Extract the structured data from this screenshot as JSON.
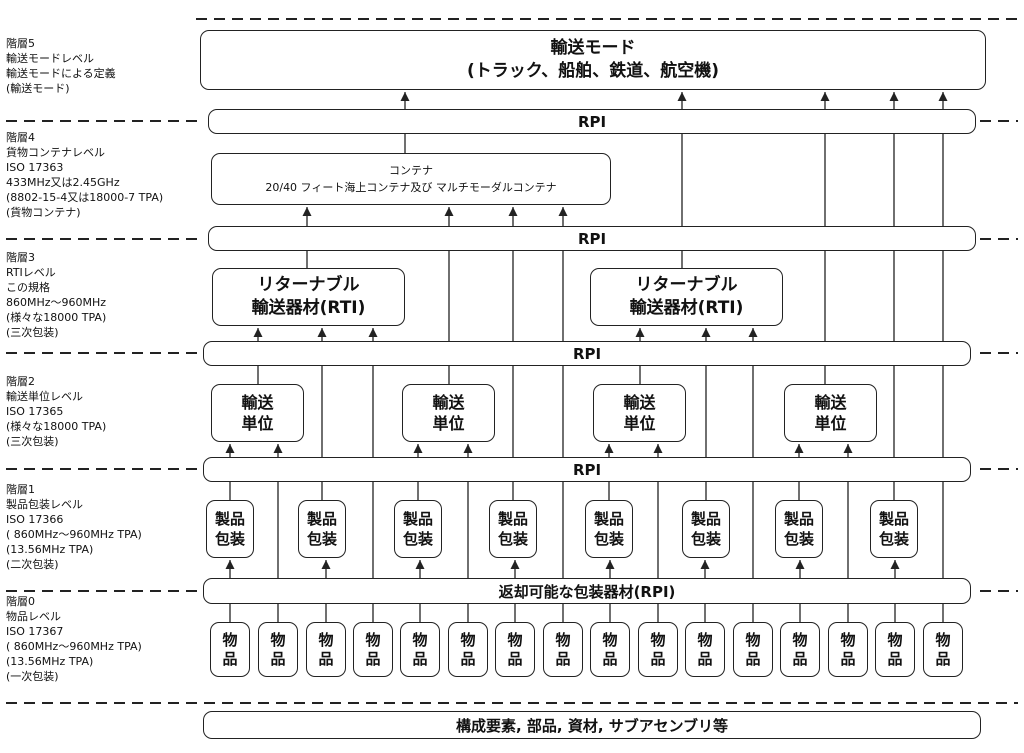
{
  "levels": [
    {
      "id": "5",
      "text": "階層5\n輸送モードレベル\n輸送モードによる定義\n(輸送モード)"
    },
    {
      "id": "4",
      "text": "階層4\n貨物コンテナレベル\nISO 17363\n433MHz又は2.45GHz\n(8802-15-4又は18000-7 TPA)\n(貨物コンテナ)"
    },
    {
      "id": "3",
      "text": "階層3\nRTIレベル\nこの規格\n860MHz〜960MHz\n(様々な18000 TPA)\n(三次包装)"
    },
    {
      "id": "2",
      "text": "階層2\n輸送単位レベル\nISO 17365\n(様々な18000 TPA)\n(三次包装)"
    },
    {
      "id": "1",
      "text": "階層1\n製品包装レベル\nISO 17366\n( 860MHz〜960MHz TPA)\n(13.56MHz TPA)\n(二次包装)"
    },
    {
      "id": "0",
      "text": "階層0\n物品レベル\nISO 17367\n( 860MHz〜960MHz TPA)\n(13.56MHz TPA)\n(一次包装)"
    }
  ],
  "transport_mode": {
    "text": "輸送モード\n(トラック、船舶、鉄道、航空機)"
  },
  "container": {
    "text": "コンテナ\n20/40 フィート海上コンテナ及び マルチモーダルコンテナ"
  },
  "rpi_bars": [
    "RPI",
    "RPI",
    "RPI",
    "RPI",
    "返却可能な包装器材(RPI)"
  ],
  "rti": {
    "text": "リターナブル\n輸送器材(RTI)"
  },
  "transport_unit": {
    "text": "輸送\n単位"
  },
  "product_package": {
    "text": "製品\n包装"
  },
  "item": {
    "text": "物\n品"
  },
  "components": {
    "text": "構成要素, 部品, 資材, サブアセンブリ等"
  }
}
